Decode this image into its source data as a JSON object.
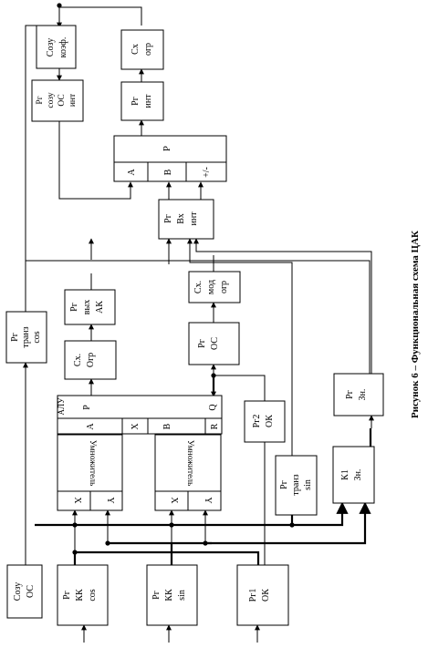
{
  "caption": "Рисунок 6 – Функциональная схема ЦАК",
  "blocks": {
    "sozu_koef": [
      "Созу",
      "коэф."
    ],
    "sh_ogr_top": [
      "Сх",
      "огр"
    ],
    "rg_sozu_os_int": [
      "Рг",
      "созу",
      "ОС",
      "инт"
    ],
    "rg_int": [
      "Рг",
      "инт"
    ],
    "adder_top": {
      "title": "Р",
      "ports": [
        "А",
        "В",
        "+/-"
      ]
    },
    "rg_vh_int": [
      "Рг",
      "Вх",
      "инт"
    ],
    "rg_vyh_ak": [
      "Рг",
      "вых",
      "АК"
    ],
    "sh_mod_ogr": [
      "Сх.",
      "мод",
      "огр"
    ],
    "rg_tranz_cos": [
      "Рг",
      "транз",
      "cos"
    ],
    "sh_ogr": [
      "Сх.",
      "Огр"
    ],
    "rg_os": [
      "Рг",
      "ОС"
    ],
    "alu": {
      "label": "АЛУ",
      "out_p": "Р",
      "out_q": "Q",
      "ports": [
        "А",
        "X",
        "В",
        "R"
      ]
    },
    "rg2_ok": [
      "Рг2",
      "ОК"
    ],
    "rg_zn": [
      "Рг",
      "Зн."
    ],
    "mult1": {
      "title": "Умножитель",
      "ports": [
        "X",
        "Y"
      ]
    },
    "mult2": {
      "title": "Умножитель",
      "ports": [
        "X",
        "Y"
      ]
    },
    "rg_tranz_sin": [
      "Рг",
      "транз",
      "sin"
    ],
    "k1_zn": [
      "К1",
      "Зн."
    ],
    "sozu_os": [
      "Созу",
      "ОС"
    ],
    "rg_kk_cos": [
      "Рг",
      "КК",
      "cos"
    ],
    "rg_kk_sin": [
      "Рг",
      "КК",
      "sin"
    ],
    "rg1_ok": [
      "Рг1",
      "ОК"
    ]
  }
}
